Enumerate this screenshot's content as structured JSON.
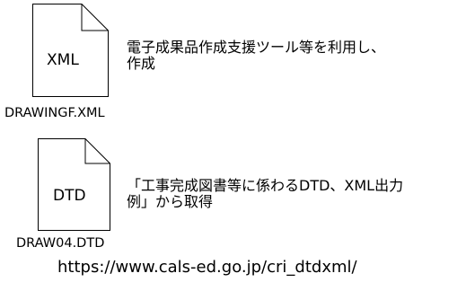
{
  "files": [
    {
      "type_label": "XML",
      "file_name": "DRAWINGF.XML",
      "description_lines": [
        "電子成果品作成支援ツール等を利用し、",
        "作成"
      ]
    },
    {
      "type_label": "DTD",
      "file_name": "DRAW04.DTD",
      "description_lines": [
        "「工事完成図書等に係わるDTD、XML出力",
        "例」から取得"
      ]
    }
  ],
  "source_url": "https://www.cals-ed.go.jp/cri_dtdxml/"
}
